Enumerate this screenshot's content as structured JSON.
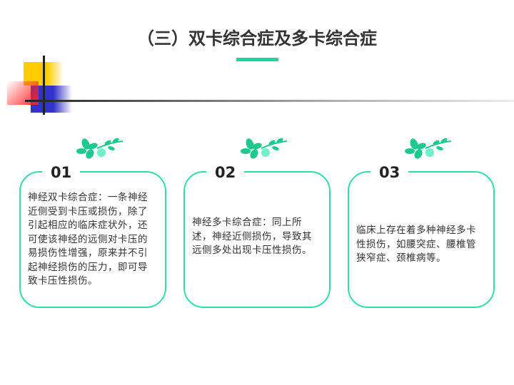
{
  "title": "（三）双卡综合症及多卡综合症",
  "cards": [
    {
      "number": "01",
      "text": "神经双卡综合症：一条神经近侧受到卡压或损伤，除了引起相应的临床症状外，还可使该神经的远侧对卡压的易损伤性增强，原来并不引起神经损伤的压力，即可导致卡压性损伤。"
    },
    {
      "number": "02",
      "text": "神经多卡综合症：同上所述，神经近侧损伤，导致其远侧多处出现卡压性损伤。"
    },
    {
      "number": "03",
      "text": "临床上存在着多种神经多卡性损伤，如腰突症、腰椎管狭窄症、颈椎病等。"
    }
  ],
  "colors": {
    "accent": "#1ed69e",
    "card_border": "#2ee0a6"
  }
}
